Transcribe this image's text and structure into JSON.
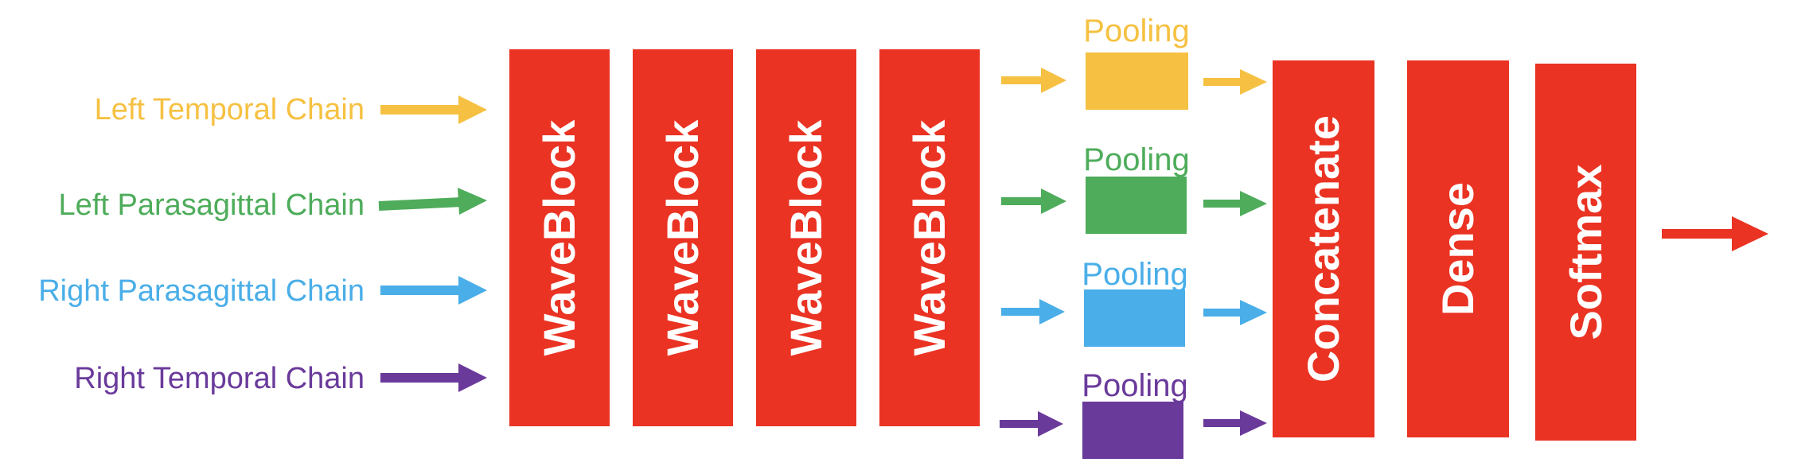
{
  "inputs": [
    {
      "label": "Left Temporal Chain",
      "color": "#f6c142"
    },
    {
      "label": "Left Parasagittal Chain",
      "color": "#4eac5b"
    },
    {
      "label": "Right Parasagittal Chain",
      "color": "#4aaee8"
    },
    {
      "label": "Right Temporal Chain",
      "color": "#6a3a9b"
    }
  ],
  "wave_blocks": [
    "WaveBlock",
    "WaveBlock",
    "WaveBlock",
    "WaveBlock"
  ],
  "pooling": [
    {
      "label": "Pooling",
      "color": "#f6c142"
    },
    {
      "label": "Pooling",
      "color": "#4eac5b"
    },
    {
      "label": "Pooling",
      "color": "#4aaee8"
    },
    {
      "label": "Pooling",
      "color": "#6a3a9b"
    }
  ],
  "head": {
    "concatenate": "Concatenate",
    "dense": "Dense",
    "softmax": "Softmax"
  },
  "colors": {
    "block": "#ea3323",
    "output_arrow": "#ea3323"
  }
}
